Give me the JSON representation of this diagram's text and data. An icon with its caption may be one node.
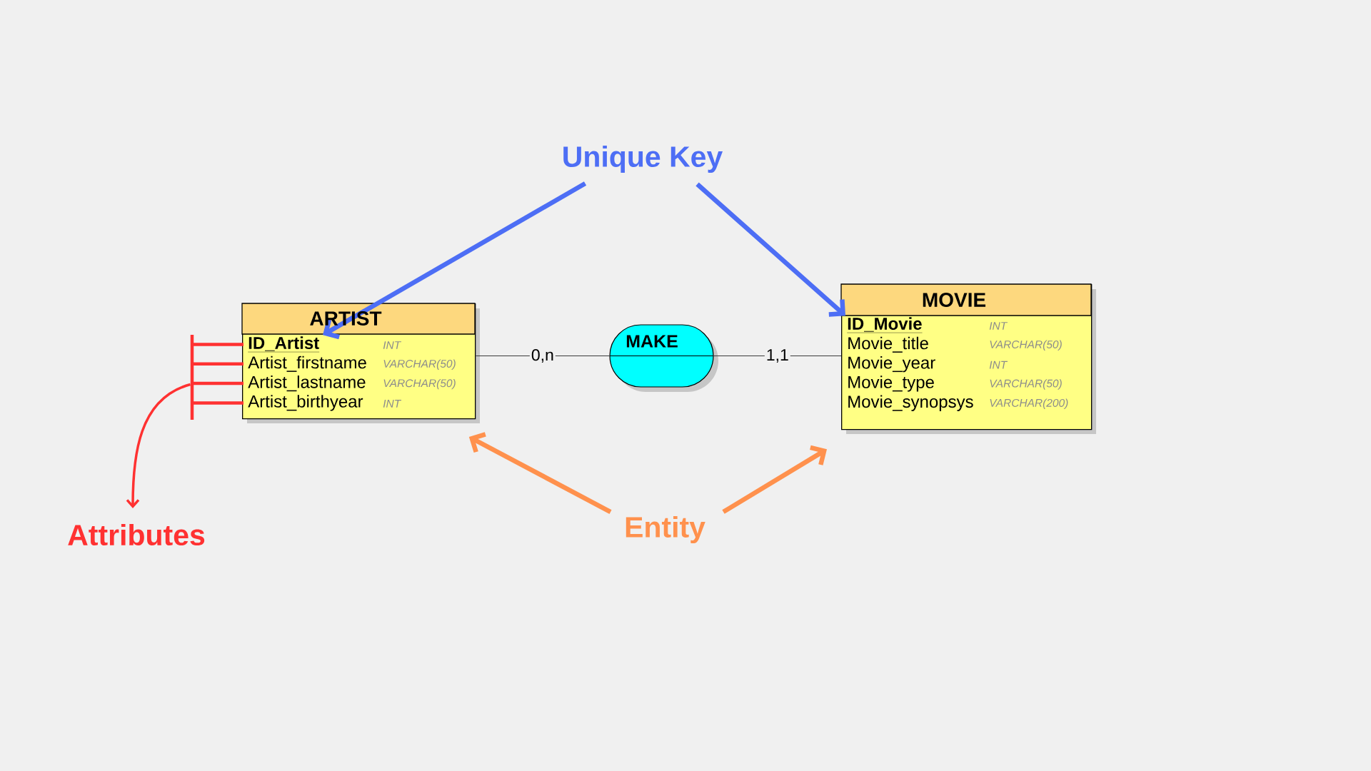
{
  "diagram": {
    "nodes": [
      {
        "text": [
          "Unique Key"
        ]
      },
      {
        "text": [],
        "shape": "bar"
      },
      {
        "text": [
          "ARTIST"
        ]
      },
      {
        "text": [
          "ID_Artist",
          "INT"
        ],
        "in": 2
      },
      {
        "text": [
          "Artist_firstname",
          "VARCHAR(50)"
        ],
        "in": 2
      },
      {
        "text": [
          "Artist_lastname",
          "VARCHAR(50)"
        ],
        "in": 2
      },
      {
        "text": [
          "Artist_birthyear",
          "INT"
        ],
        "in": 2
      },
      {
        "text": [
          "MAKE"
        ]
      },
      {
        "text": [
          "MOVIE"
        ]
      },
      {
        "text": [
          "ID_Movie",
          "INT"
        ],
        "in": 8
      },
      {
        "text": [
          "Movie_title",
          "VARCHAR(50)"
        ],
        "in": 8
      },
      {
        "text": [
          "Movie_year",
          "INT"
        ],
        "in": 8
      },
      {
        "text": [
          "Movie_type",
          "VARCHAR(50)"
        ],
        "in": 8
      },
      {
        "text": [
          "Movie_synopsys",
          "VARCHAR(200)"
        ],
        "in": 8
      },
      {
        "text": [
          "Attributes"
        ]
      },
      {
        "text": [
          "Entity"
        ]
      }
    ],
    "edges": [
      {
        "from": 2,
        "to": 7,
        "arrow": "none",
        "label": "0,n",
        "color": "#3c3c3c"
      },
      {
        "from": 7,
        "to": 8,
        "arrow": "none",
        "label": "1,1",
        "color": "#3c3c3c"
      },
      {
        "from": 0,
        "to": 3,
        "arrow": "to",
        "color": "#4d6ef5"
      },
      {
        "from": 0,
        "to": 9,
        "arrow": "to",
        "color": "#4d6ef5"
      },
      {
        "from": 15,
        "to": 2,
        "arrow": "to",
        "color": "#ff914d"
      },
      {
        "from": 15,
        "to": 8,
        "arrow": "to",
        "color": "#ff914d"
      },
      {
        "from": 1,
        "to": 14,
        "arrow": "to",
        "color": "#ff3131"
      },
      {
        "from": 1,
        "to": 3,
        "arrow": "none",
        "color": "#ff3131"
      },
      {
        "from": 1,
        "to": 4,
        "arrow": "none",
        "color": "#ff3131"
      },
      {
        "from": 1,
        "to": 5,
        "arrow": "none",
        "color": "#ff3131"
      },
      {
        "from": 1,
        "to": 6,
        "arrow": "none",
        "color": "#ff3131"
      }
    ]
  }
}
